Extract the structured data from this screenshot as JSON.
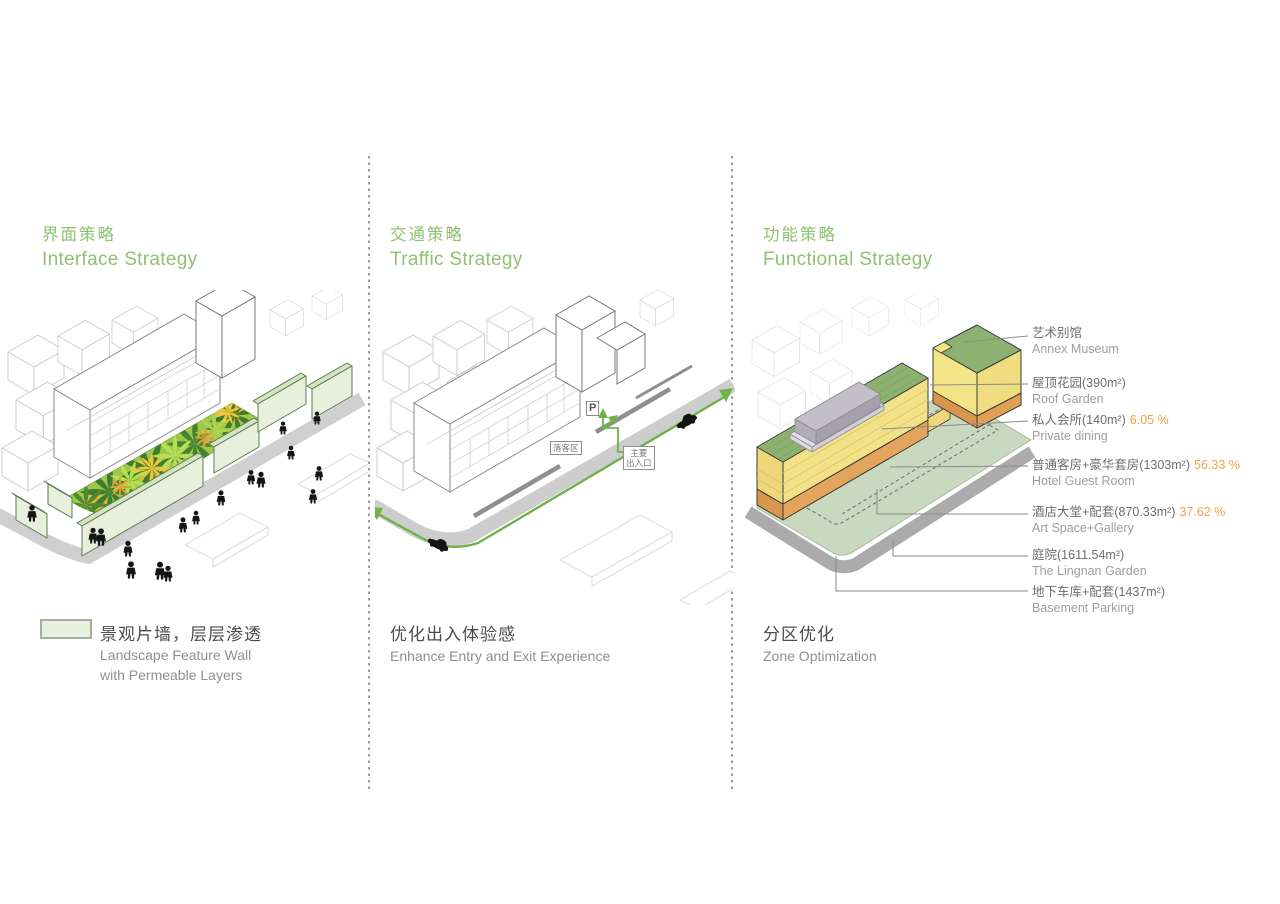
{
  "panels": {
    "interface": {
      "title_zh": "界面策略",
      "title_en": "Interface Strategy",
      "legend": {
        "zh": "景观片墙，层层渗透",
        "en_line1": "Landscape Feature Wall",
        "en_line2": "with Permeable Layers",
        "swatch_color": "#e7efdd"
      }
    },
    "traffic": {
      "title_zh": "交通策略",
      "title_en": "Traffic Strategy",
      "caption_zh": "优化出入体验感",
      "caption_en": "Enhance Entry and Exit Experience",
      "map_labels": {
        "parking": "P",
        "dropoff_zone": "落客区",
        "main_entrance_line1": "主要",
        "main_entrance_line2": "出入口"
      }
    },
    "functional": {
      "title_zh": "功能策略",
      "title_en": "Functional Strategy",
      "caption_zh": "分区优化",
      "caption_en": "Zone Optimization",
      "annotations": [
        {
          "zh": "艺术别馆",
          "en": "Annex Museum",
          "pct": ""
        },
        {
          "zh": "屋顶花园(390m²)",
          "en": "Roof Garden",
          "pct": ""
        },
        {
          "zh": "私人会所(140m²)",
          "en": "Private dining",
          "pct": "6.05 %"
        },
        {
          "zh": "普通客房+豪华套房(1303m²)",
          "en": "Hotel Guest Room",
          "pct": "56.33 %"
        },
        {
          "zh": "酒店大堂+配套(870.33m²)",
          "en": "Art Space+Gallery",
          "pct": "37.62 %"
        },
        {
          "zh": "庭院(1611.54m²)",
          "en": "The Lingnan Garden",
          "pct": ""
        },
        {
          "zh": "地下车库+配套(1437m²)",
          "en": "Basement Parking",
          "pct": ""
        }
      ]
    }
  },
  "colors": {
    "title_green": "#8fc173",
    "accent_orange": "#f0a444",
    "route_green": "#6fb24a",
    "roof_green": "#8db170",
    "body_yellow": "#f2e186",
    "base_orange": "#e3a45b",
    "ground_sage": "#c9d9c0",
    "wall_green": "#e7efdd"
  }
}
